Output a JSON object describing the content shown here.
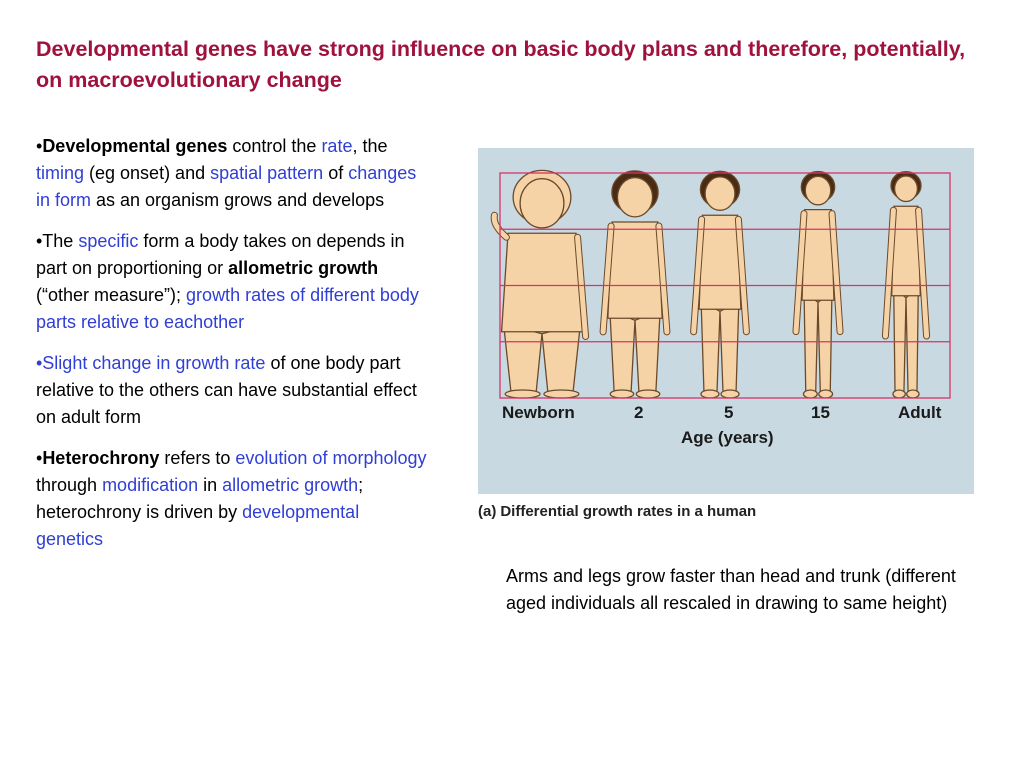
{
  "title": "Developmental genes have strong influence on basic body plans and therefore, potentially, on macroevolutionary change",
  "bullets": {
    "b1": {
      "bullet": "•",
      "t1": "Developmental genes",
      "t2": " control the ",
      "t3": "rate",
      "t4": ", the ",
      "t5": "timing",
      "t6": " (eg onset) and ",
      "t7": "spatial pattern",
      "t8": " of ",
      "t9": "changes in form",
      "t10": " as an organism grows and develops"
    },
    "b2": {
      "t1": "•The ",
      "t2": "specific",
      "t3": " form a body takes on depends in part on proportioning or ",
      "t4": "allometric growth",
      "t5": " (“other measure”); ",
      "t6": "growth rates of different body parts relative to eachother"
    },
    "b3": {
      "t1": "•Slight change in growth rate",
      "t2": " of one body part relative to the others can have substantial effect on adult form"
    },
    "b4": {
      "bullet": "•",
      "t1": "Heterochrony",
      "t2": " refers to ",
      "t3": "evolution of morphology",
      "t4": " through ",
      "t5": "modification",
      "t6": " in ",
      "t7": "allometric growth",
      "t8": "; heterochrony  is driven by ",
      "t9": "developmental genetics"
    }
  },
  "figure": {
    "ages": [
      "Newborn",
      "2",
      "5",
      "15",
      "Adult"
    ],
    "axis_label": "Age (years)",
    "caption_label": "(a)",
    "caption_text": "Differential growth rates in a human",
    "colors": {
      "background": "#c9d9e2",
      "grid": "#d6336a",
      "skin": "#f6d3a6",
      "outline": "#6b4a2a",
      "hair": "#4a2c14"
    }
  },
  "note": "Arms and legs grow faster than head and trunk (different aged individuals all rescaled in drawing to same height)"
}
